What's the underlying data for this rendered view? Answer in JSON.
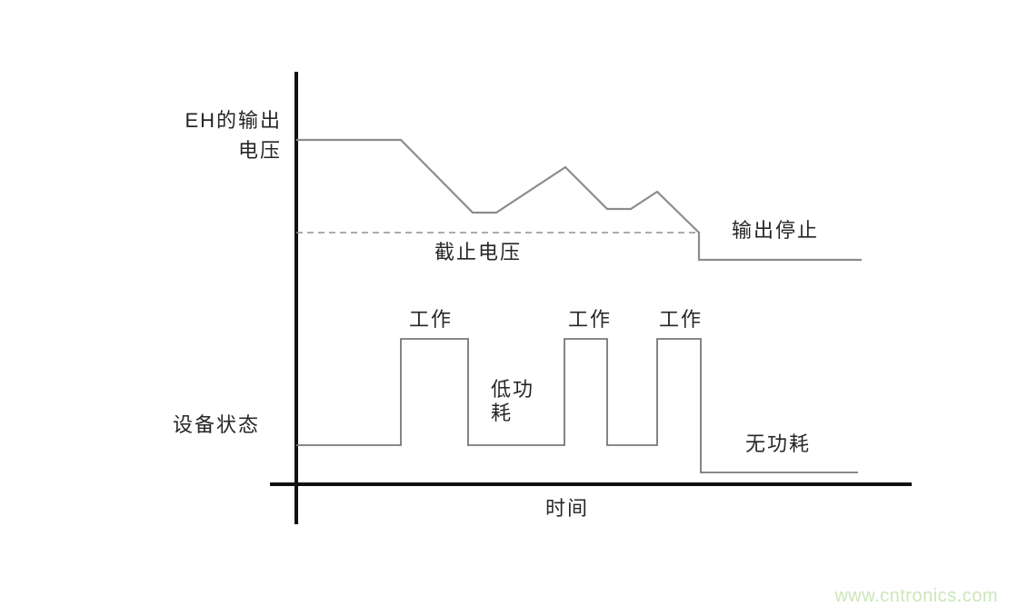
{
  "labels": {
    "voltage_axis_line1": "EH的输出",
    "voltage_axis_line2": "电压",
    "device_state": "设备状态",
    "cutoff_voltage": "截止电压",
    "output_stop": "输出停止",
    "work": [
      "工作",
      "工作",
      "工作"
    ],
    "low_power_line1": "低功",
    "low_power_line2": "耗",
    "no_power": "无功耗",
    "time_axis": "时间"
  },
  "watermark": {
    "text": "www.cntronics.com",
    "color": "#c9e7b8"
  },
  "diagram": {
    "background": "#ffffff",
    "axis_color": "#111111",
    "axis_width": 4,
    "axes": [
      {
        "name": "y-axis-line",
        "points": [
          [
            326,
            79
          ],
          [
            326,
            577
          ]
        ]
      },
      {
        "name": "x-axis-line",
        "points": [
          [
            297,
            533
          ],
          [
            1003,
            533
          ]
        ]
      }
    ],
    "curves": [
      {
        "name": "eh-output-voltage-curve",
        "color": "#8c8c8c",
        "width": 2.2,
        "dashed": false,
        "points": [
          [
            326,
            154
          ],
          [
            441,
            154
          ],
          [
            520,
            234
          ],
          [
            546,
            234
          ],
          [
            622,
            184
          ],
          [
            668,
            230
          ],
          [
            694,
            230
          ],
          [
            723,
            211
          ],
          [
            769,
            256
          ],
          [
            769,
            286
          ],
          [
            948,
            286
          ]
        ]
      },
      {
        "name": "cutoff-voltage-dashed-line",
        "color": "#909090",
        "width": 1.6,
        "dashed": true,
        "dash_pattern": "7 5",
        "points": [
          [
            326,
            256
          ],
          [
            769,
            256
          ]
        ]
      },
      {
        "name": "device-state-curve",
        "color": "#777777",
        "width": 1.8,
        "dashed": false,
        "points": [
          [
            326,
            490
          ],
          [
            441,
            490
          ],
          [
            441,
            373
          ],
          [
            515,
            373
          ],
          [
            515,
            490
          ],
          [
            621,
            490
          ],
          [
            621,
            373
          ],
          [
            668,
            373
          ],
          [
            668,
            490
          ],
          [
            723,
            490
          ],
          [
            723,
            373
          ],
          [
            771,
            373
          ],
          [
            771,
            520
          ],
          [
            944,
            520
          ]
        ]
      }
    ]
  }
}
